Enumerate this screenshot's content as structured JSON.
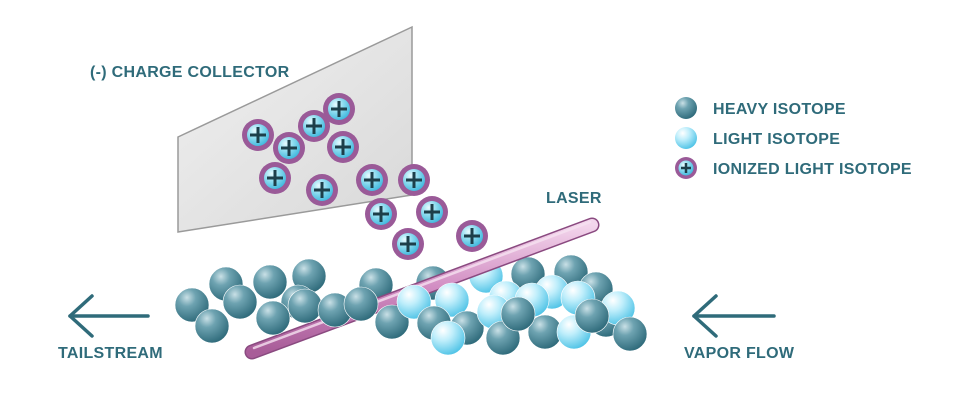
{
  "labels": {
    "collector": "(-) CHARGE COLLECTOR",
    "laser": "LASER",
    "tailstream": "TAILSTREAM",
    "vapor_flow": "VAPOR FLOW"
  },
  "legend": [
    {
      "key": "heavy",
      "label": "HEAVY ISOTOPE"
    },
    {
      "key": "light",
      "label": "LIGHT ISOTOPE"
    },
    {
      "key": "ionized",
      "label": "IONIZED LIGHT ISOTOPE"
    }
  ],
  "colors": {
    "text": "#2f6b7a",
    "heavy_isotope": "#3d7e8e",
    "light_isotope": "#7fd6ee",
    "ion_ring": "#9a5a98",
    "laser": "#c67bb6",
    "arrow": "#2f6b7a",
    "collector_plate": "#e6e6e6"
  },
  "icons": {
    "left_arrow": "arrow-left-icon",
    "right_arrow": "arrow-left-icon",
    "ion_symbol": "plus-icon"
  }
}
